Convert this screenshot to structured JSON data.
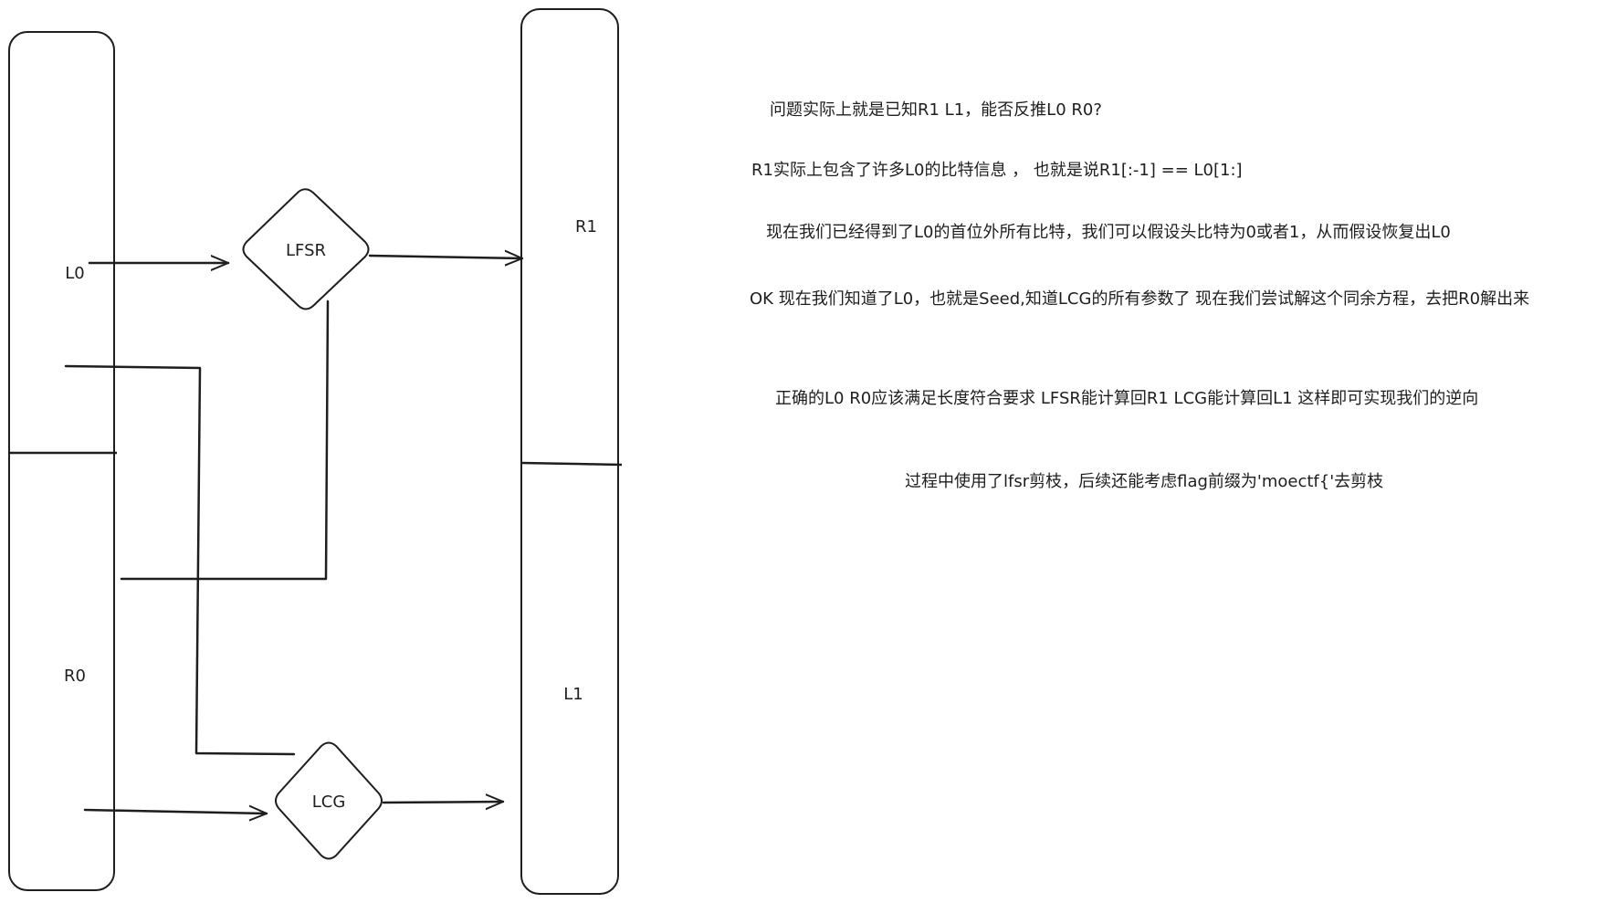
{
  "diagram": {
    "left_block": {
      "top_label": "L0",
      "bottom_label": "R0"
    },
    "right_block": {
      "top_label": "R1",
      "bottom_label": "L1"
    },
    "lfsr_node": {
      "label": "LFSR"
    },
    "lcg_node": {
      "label": "LCG"
    }
  },
  "notes": [
    "问题实际上就是已知R1 L1，能否反推L0 R0?",
    "R1实际上包含了许多L0的比特信息 ， 也就是说R1[:-1] == L0[1:]",
    "现在我们已经得到了L0的首位外所有比特，我们可以假设头比特为0或者1，从而假设恢复出L0",
    "OK 现在我们知道了L0，也就是Seed,知道LCG的所有参数了 现在我们尝试解这个同余方程，去把R0解出来",
    "正确的L0 R0应该满足长度符合要求 LFSR能计算回R1 LCG能计算回L1 这样即可实现我们的逆向",
    "过程中使用了lfsr剪枝，后续还能考虑flag前缀为'moectf{'去剪枝"
  ]
}
